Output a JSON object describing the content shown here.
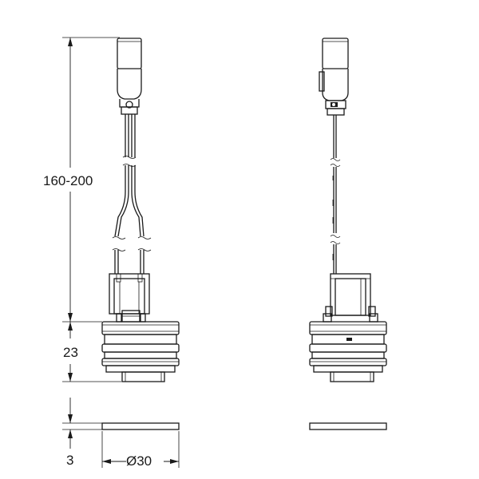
{
  "dimensions": {
    "total_length": "160-200",
    "body_height": "23",
    "washer_thickness": "3",
    "diameter": "Ø30"
  },
  "colors": {
    "line": "#1a1a1a",
    "background": "#ffffff"
  }
}
